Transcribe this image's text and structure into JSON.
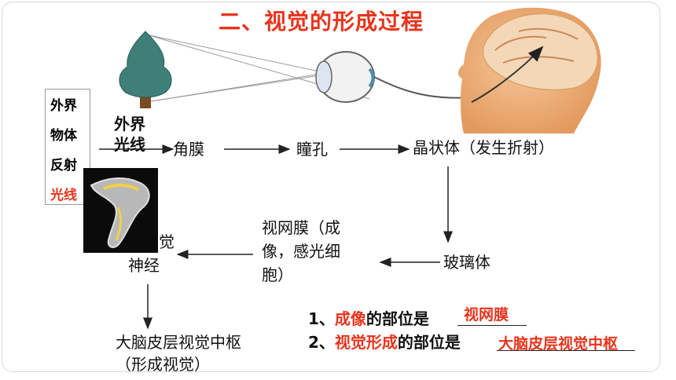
{
  "title": "二、视觉的形成过程",
  "stimulus": {
    "label_lines": [
      "外界",
      "物体",
      "反射",
      "光线"
    ],
    "light_lines": [
      "外界",
      "光线"
    ]
  },
  "flow": {
    "cornea": "角膜",
    "pupil": "瞳孔",
    "lens": "晶状体（发生折射）",
    "vitreous": "玻璃体",
    "retina_lines": [
      "视网膜（成",
      "像，感光细",
      "胞）"
    ],
    "nerve_partial": "觉",
    "nerve": "神经",
    "cortex": "大脑皮层视觉中枢",
    "cortex_note": "（形成视觉）"
  },
  "questions": [
    {
      "number": "1、",
      "keyword": "成像",
      "middle": "的部位是",
      "answer": "视网膜"
    },
    {
      "number": "2、",
      "keyword": "视觉形成",
      "middle": "的部位是",
      "answer": "大脑皮层视觉中枢"
    }
  ],
  "icons": [
    "tree-icon",
    "eye-icon",
    "head-brain-icon",
    "optic-nerve-photo"
  ],
  "colors": {
    "accent": "#e8341c",
    "text": "#111111"
  }
}
